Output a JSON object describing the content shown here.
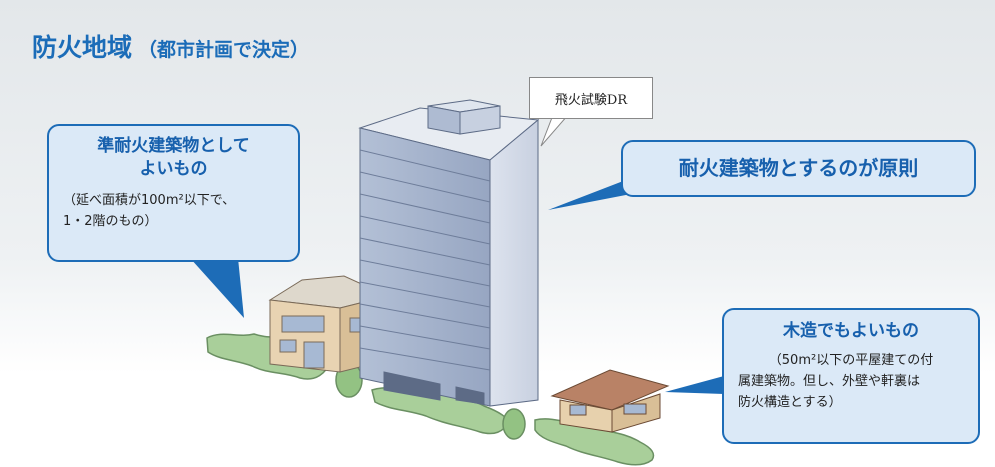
{
  "page": {
    "title": "防火地域",
    "subtitle": "（都市計画で決定）"
  },
  "callouts": {
    "quasi_fire_resistant": {
      "heading_line1": "準耐火建築物として",
      "heading_line2": "よいもの",
      "detail_line1": "（延べ面積が100m²以下で、",
      "detail_line2": "1・2階のもの）"
    },
    "fire_resistant": {
      "heading": "耐火建築物とするのが原則"
    },
    "wooden": {
      "heading": "木造でもよいもの",
      "detail_line1": "（50m²以下の平屋建ての付",
      "detail_line2": "属建築物。但し、外壁や軒裏は",
      "detail_line3": "防火構造とする）"
    }
  },
  "note": {
    "text": "飛火試験DR"
  },
  "colors": {
    "accent_blue": "#1d6cb7",
    "callout_fill": "#dbe9f7",
    "heading_blue": "#1760ad",
    "hedge_green": "#a9cf9a"
  }
}
